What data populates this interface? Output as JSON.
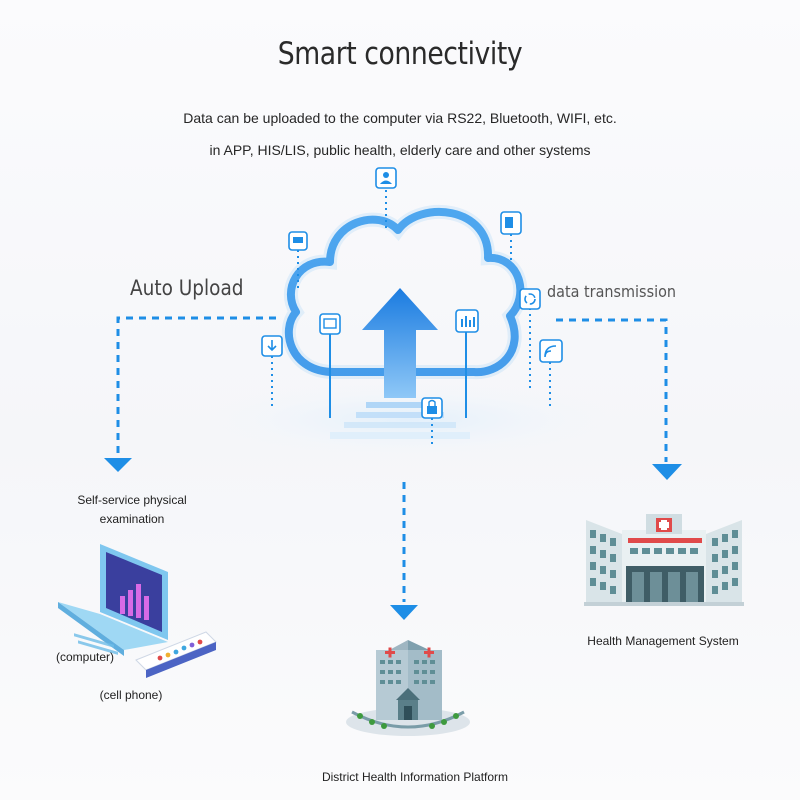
{
  "title": "Smart connectivity",
  "subtitle_line1": "Data can be uploaded to the computer via RS22, Bluetooth, WIFI, etc.",
  "subtitle_line2": "in APP, HIS/LIS, public health, elderly care and other systems",
  "labels": {
    "auto_upload": "Auto Upload",
    "data_transmission": "data transmission",
    "self_service": "Self-service physical examination",
    "computer": "(computer)",
    "cell_phone": "(cell phone)",
    "district_platform": "District Health Information Platform",
    "health_management": "Health Management System"
  },
  "icons": [
    "user-icon",
    "chat-icon",
    "document-icon",
    "refresh-icon",
    "chart-icon",
    "screen-icon",
    "download-icon",
    "wifi-icon",
    "lock-icon"
  ],
  "colors": {
    "accent": "#1e8ee6",
    "arrow_dark": "#1e7fe0",
    "building": "#5f8e96"
  }
}
